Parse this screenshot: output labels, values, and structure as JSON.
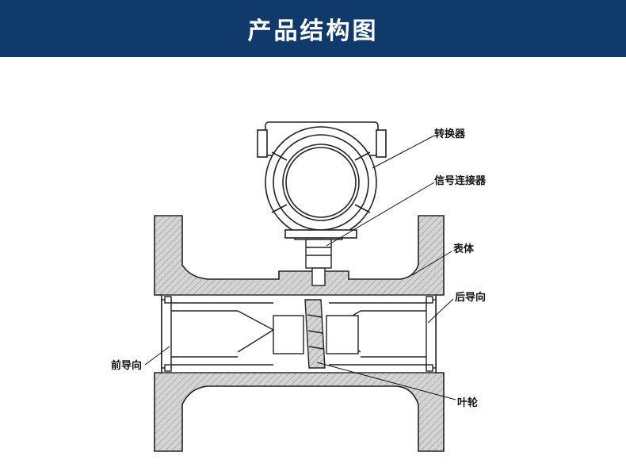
{
  "header": {
    "title": "产品结构图",
    "background": "#0f3a6b"
  },
  "labels": {
    "converter": "转换器",
    "signal_connector": "信号连接器",
    "meter_body": "表体",
    "rear_guide": "后导向",
    "front_guide": "前导向",
    "impeller": "叶轮"
  },
  "colors": {
    "line": "#222222",
    "hatch_fill": "#cfcfcf",
    "background": "#ffffff"
  }
}
